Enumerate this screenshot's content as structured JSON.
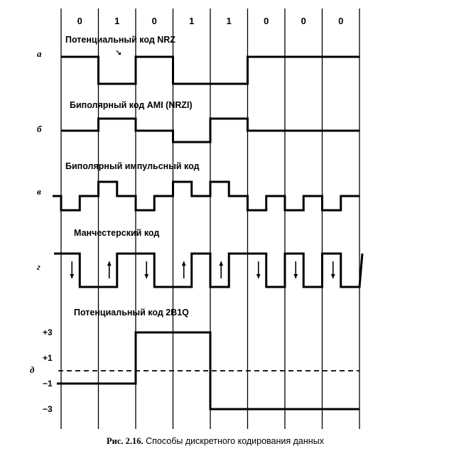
{
  "bits": [
    "0",
    "1",
    "0",
    "1",
    "1",
    "0",
    "0",
    "0"
  ],
  "rows": [
    {
      "label": "а",
      "title": "Потенциальный код NRZ",
      "levels": [
        1,
        0,
        1,
        0,
        0,
        1,
        1,
        1
      ]
    },
    {
      "label": "б",
      "title": "Биполярный код AMI (NRZI)",
      "levels": [
        0,
        1,
        0,
        -1,
        1,
        0,
        0,
        0
      ]
    },
    {
      "label": "в",
      "title": "Биполярный импульсный код"
    },
    {
      "label": "г",
      "title": "Манчестерский код"
    },
    {
      "label": "д",
      "title": "Потенциальный код 2B1Q",
      "levels": [
        -1,
        3,
        -3
      ]
    }
  ],
  "level_labels": [
    "+3",
    "+1",
    "−1",
    "−3"
  ],
  "caption": {
    "prefix": "Рис. 2.16.",
    "text": " Способы дискретного кодирования данных"
  }
}
